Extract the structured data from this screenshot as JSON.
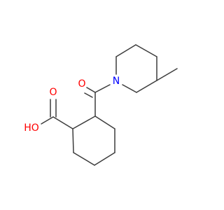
{
  "molecule": {
    "atoms": {
      "carbonyl_oxygen": {
        "label": "O",
        "color": "#ff0000"
      },
      "amide_nitrogen": {
        "label": "N",
        "color": "#0000ff"
      },
      "acid_hydroxyl": {
        "label": "HO",
        "color": "#ff0000"
      },
      "acid_oxygen": {
        "label": "O",
        "color": "#ff0000"
      }
    },
    "bond_color": "#3c3c3c",
    "background": "#ffffff"
  }
}
